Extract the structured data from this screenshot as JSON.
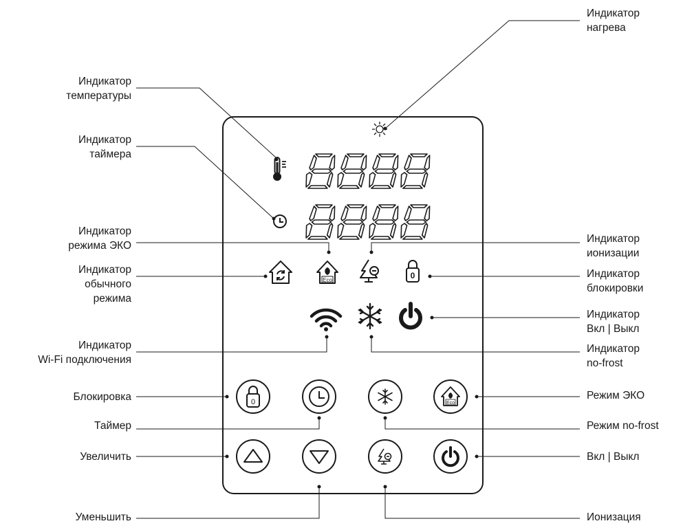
{
  "labels": {
    "heating": [
      "Индикатор",
      "нагрева"
    ],
    "temperature": [
      "Индикатор",
      "температуры"
    ],
    "timer_ind": [
      "Индикатор",
      "таймера"
    ],
    "eco_ind": [
      "Индикатор",
      "режима ЭКО"
    ],
    "normal_ind": [
      "Индикатор",
      "обычного",
      "режима"
    ],
    "wifi_ind": [
      "Индикатор",
      "Wi-Fi подключения"
    ],
    "ion_ind": [
      "Индикатор",
      "ионизации"
    ],
    "lock_ind": [
      "Индикатор",
      "блокировки"
    ],
    "power_ind": [
      "Индикатор",
      "Вкл | Выкл"
    ],
    "nofrost_ind": [
      "Индикатор",
      "no-frost"
    ],
    "lock_btn": "Блокировка",
    "timer_btn": "Таймер",
    "up_btn": "Увеличить",
    "down_btn": "Уменьшить",
    "eco_btn": "Режим ЭКО",
    "nofrost_btn": "Режим no-frost",
    "power_btn": "Вкл | Выкл",
    "ion_btn": "Ионизация"
  },
  "display": {
    "row1": [
      "8",
      "8",
      "8",
      "8"
    ],
    "row2": [
      "8",
      "8",
      "8",
      "8"
    ]
  },
  "colors": {
    "ink": "#1a1a1a",
    "panel_border": "#1a1a1a",
    "background": "#ffffff"
  },
  "icons": {
    "eco_badge": "Eco"
  }
}
